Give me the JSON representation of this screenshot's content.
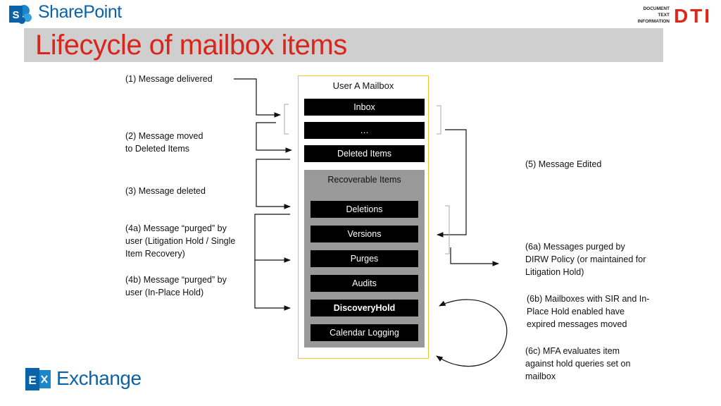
{
  "header": {
    "sharepoint_label": "SharePoint",
    "dti_tagline": [
      "DOCUMENT",
      "TEXT",
      "INFORMATION"
    ],
    "dti_logo_text": "DTI",
    "title": "Lifecycle of mailbox items",
    "title_color": "#d9261c"
  },
  "mailbox": {
    "title": "User A Mailbox",
    "folders": [
      "Inbox",
      "…",
      "Deleted Items"
    ],
    "recoverable": {
      "title": "Recoverable Items",
      "folders": [
        "Deletions",
        "Versions",
        "Purges",
        "Audits",
        "DiscoveryHold",
        "Calendar Logging"
      ]
    }
  },
  "left_labels": {
    "l1": "(1) Message delivered",
    "l2": "(2) Message moved to Deleted Items",
    "l3": "(3) Message deleted",
    "l4a": "(4a) Message “purged” by user (Litigation Hold / Single Item Recovery)",
    "l4b": "(4b) Message “purged” by user (In-Place Hold)"
  },
  "right_labels": {
    "l5": "(5) Message Edited",
    "l6a": "(6a) Messages purged by DIRW Policy (or maintained for Litigation Hold)",
    "l6b": "(6b) Mailboxes with SIR and In-Place Hold enabled have expired messages moved",
    "l6c": "(6c) MFA evaluates item against hold queries set on mailbox"
  },
  "footer": {
    "exchange_label": "Exchange"
  }
}
